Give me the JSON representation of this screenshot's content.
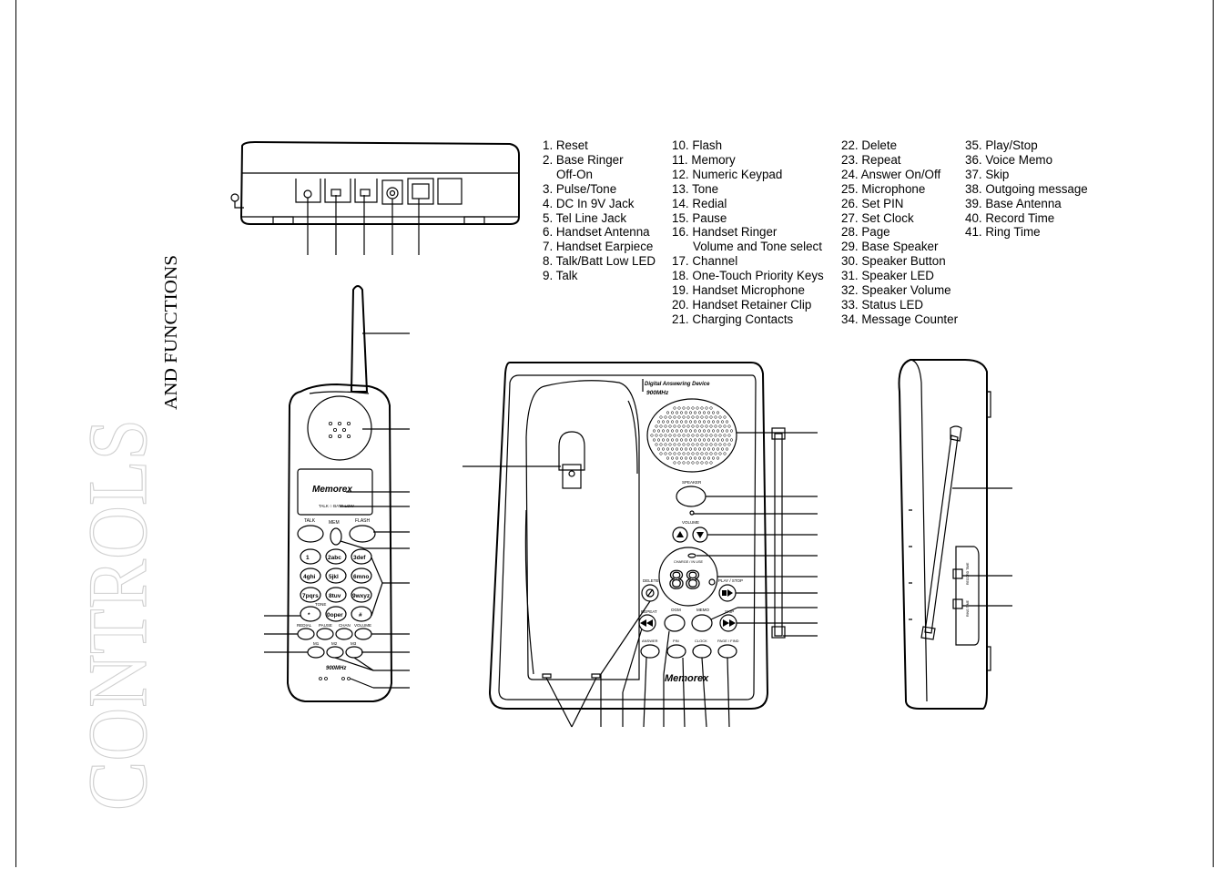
{
  "header": {
    "title_big": "CONTROLS",
    "title_small": "AND FUNCTIONS"
  },
  "legend": {
    "col1": [
      "1. Reset",
      "2. Base Ringer",
      "    Off-On",
      "3. Pulse/Tone",
      "4. DC In 9V Jack",
      "5. Tel Line Jack",
      "6. Handset Antenna",
      "7. Handset Earpiece",
      "8. Talk/Batt Low LED",
      "9. Talk"
    ],
    "col2": [
      "10. Flash",
      "11. Memory",
      "12. Numeric Keypad",
      "13. Tone",
      "14. Redial",
      "15. Pause",
      "16. Handset Ringer",
      "      Volume and Tone select",
      "17. Channel",
      "18. One-Touch Priority Keys",
      "19. Handset Microphone",
      "20. Handset Retainer Clip",
      "21. Charging Contacts"
    ],
    "col3": [
      "22. Delete",
      "23. Repeat",
      "24. Answer On/Off",
      "25. Microphone",
      "26. Set PIN",
      "27. Set Clock",
      "28. Page",
      "29. Base Speaker",
      "30. Speaker Button",
      "31. Speaker LED",
      "32. Speaker Volume",
      "33. Status LED",
      "34. Message Counter"
    ],
    "col4": [
      "35. Play/Stop",
      "36. Voice Memo",
      "37. Skip",
      "38. Outgoing message",
      "39. Base Antenna",
      "40. Record Time",
      "41. Ring Time"
    ]
  },
  "handset": {
    "brand": "Memorex",
    "led_label": "TALK ○ BATT LOW",
    "talk": "TALK",
    "mem": "MEM",
    "flash": "FLASH",
    "keys": [
      "1",
      "2abc",
      "3def",
      "4ghi",
      "5jkl",
      "6mno",
      "7pqrs",
      "8tuv",
      "9wxyz",
      "*",
      "0oper",
      "#"
    ],
    "tone": "TONE",
    "row_labels": [
      "REDIAL",
      "PAUSE",
      "CHAN",
      "VOLUME"
    ],
    "priority": [
      "M1",
      "M2",
      "M3"
    ],
    "freq": "900MHz"
  },
  "base": {
    "device_label": "Digital Answering Device",
    "freq": "900MHz",
    "speaker": "SPEAKER",
    "volume": "VOLUME",
    "charge": "CHARGE / IN USE",
    "counter": "88",
    "delete": "DELETE",
    "play_stop": "PLAY / STOP",
    "repeat": "REPEAT",
    "ogm": "OGM",
    "memo": "MEMO",
    "skip": "SKIP",
    "bottom_keys": [
      "ANSWER",
      "PIN",
      "CLOCK",
      "PAGE / FIND"
    ],
    "brand": "Memorex"
  },
  "side": {
    "switch1": "RECORD TIME",
    "switch2": "RING TIME"
  }
}
